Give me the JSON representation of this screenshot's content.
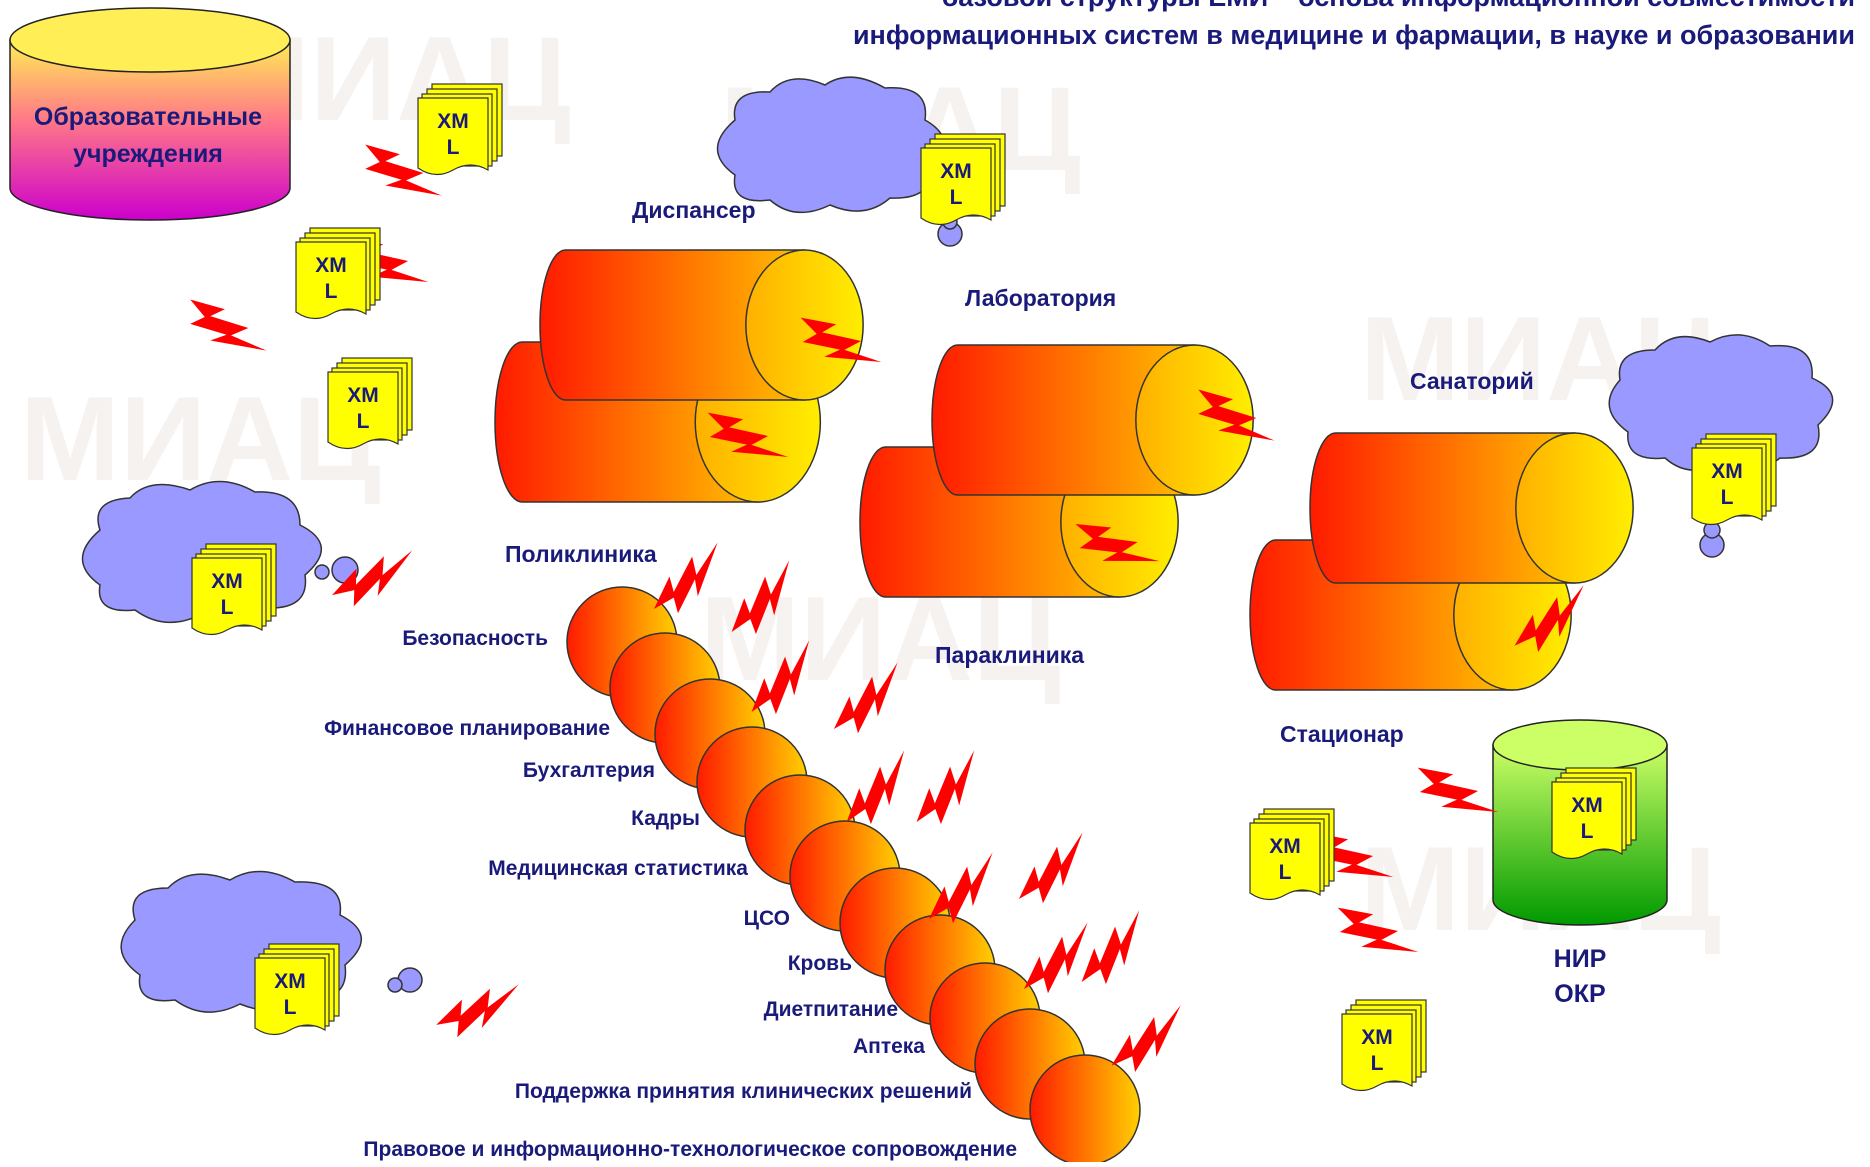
{
  "title": {
    "line1": "базовой структуры ЕМИ – основа информационной совместимости",
    "line2": "информационных систем в медицине и фармации, в науке и образовании"
  },
  "watermark_text": "МИАЦ",
  "colors": {
    "title": "#1a1a7a",
    "label": "#1a1a7a",
    "cloud": "#9999ff",
    "bolt": "#ff0000",
    "xml_doc": "#ffff00",
    "cylinder_from": "#ff1a00",
    "cylinder_to": "#ffe800",
    "nir_from": "#ccff66",
    "nir_to": "#009900",
    "edu_from": "#ffee55",
    "edu_to": "#cc00cc"
  },
  "xml_label": {
    "line1": "XM",
    "line2": "L"
  },
  "databases": {
    "education": {
      "line1": "Образовательные",
      "line2": "учреждения"
    },
    "nir": {
      "line1": "НИР",
      "line2": "ОКР"
    }
  },
  "facilities": {
    "dispanser": "Диспансер",
    "laboratoriya": "Лаборатория",
    "sanatoriy": "Санаторий",
    "poliklinika": "Поликлиника",
    "paraklinika": "Параклиника",
    "stacionar": "Стационар"
  },
  "modules": [
    "Безопасность",
    "Финансовое планирование",
    "Бухгалтерия",
    "Кадры",
    "Медицинская статистика",
    "ЦСО",
    "Кровь",
    "Диетпитание",
    "Аптека",
    "Поддержка принятия клинических решений",
    "Правовое и информационно-технологическое сопровождение"
  ]
}
